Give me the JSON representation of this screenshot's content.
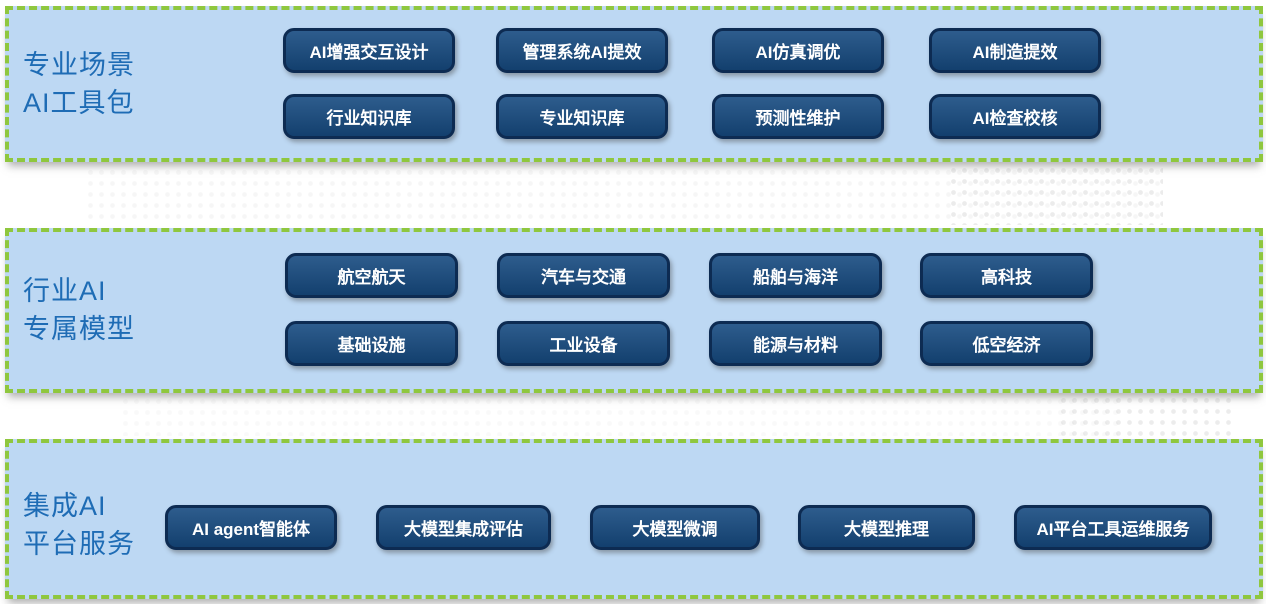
{
  "colors": {
    "page_background": "#ffffff",
    "band_background": "#bdd8f3",
    "band_border": "#8fc73e",
    "button_background": "#164a80",
    "button_border": "#0d2b52",
    "button_text": "#ffffff",
    "section_label": "#1e6cb5"
  },
  "sections": [
    {
      "label_line1": "专业场景",
      "label_line2": "AI工具包",
      "rows": [
        [
          "AI增强交互设计",
          "管理系统AI提效",
          "AI仿真调优",
          "AI制造提效"
        ],
        [
          "行业知识库",
          "专业知识库",
          "预测性维护",
          "AI检查校核"
        ]
      ]
    },
    {
      "label_line1": "行业AI",
      "label_line2": "专属模型",
      "rows": [
        [
          "航空航天",
          "汽车与交通",
          "船舶与海洋",
          "高科技"
        ],
        [
          "基础设施",
          "工业设备",
          "能源与材料",
          "低空经济"
        ]
      ]
    },
    {
      "label_line1": "集成AI",
      "label_line2": "平台服务",
      "rows": [
        [
          "AI agent智能体",
          "大模型集成评估",
          "大模型微调",
          "大模型推理",
          "AI平台工具运维服务"
        ]
      ]
    }
  ]
}
